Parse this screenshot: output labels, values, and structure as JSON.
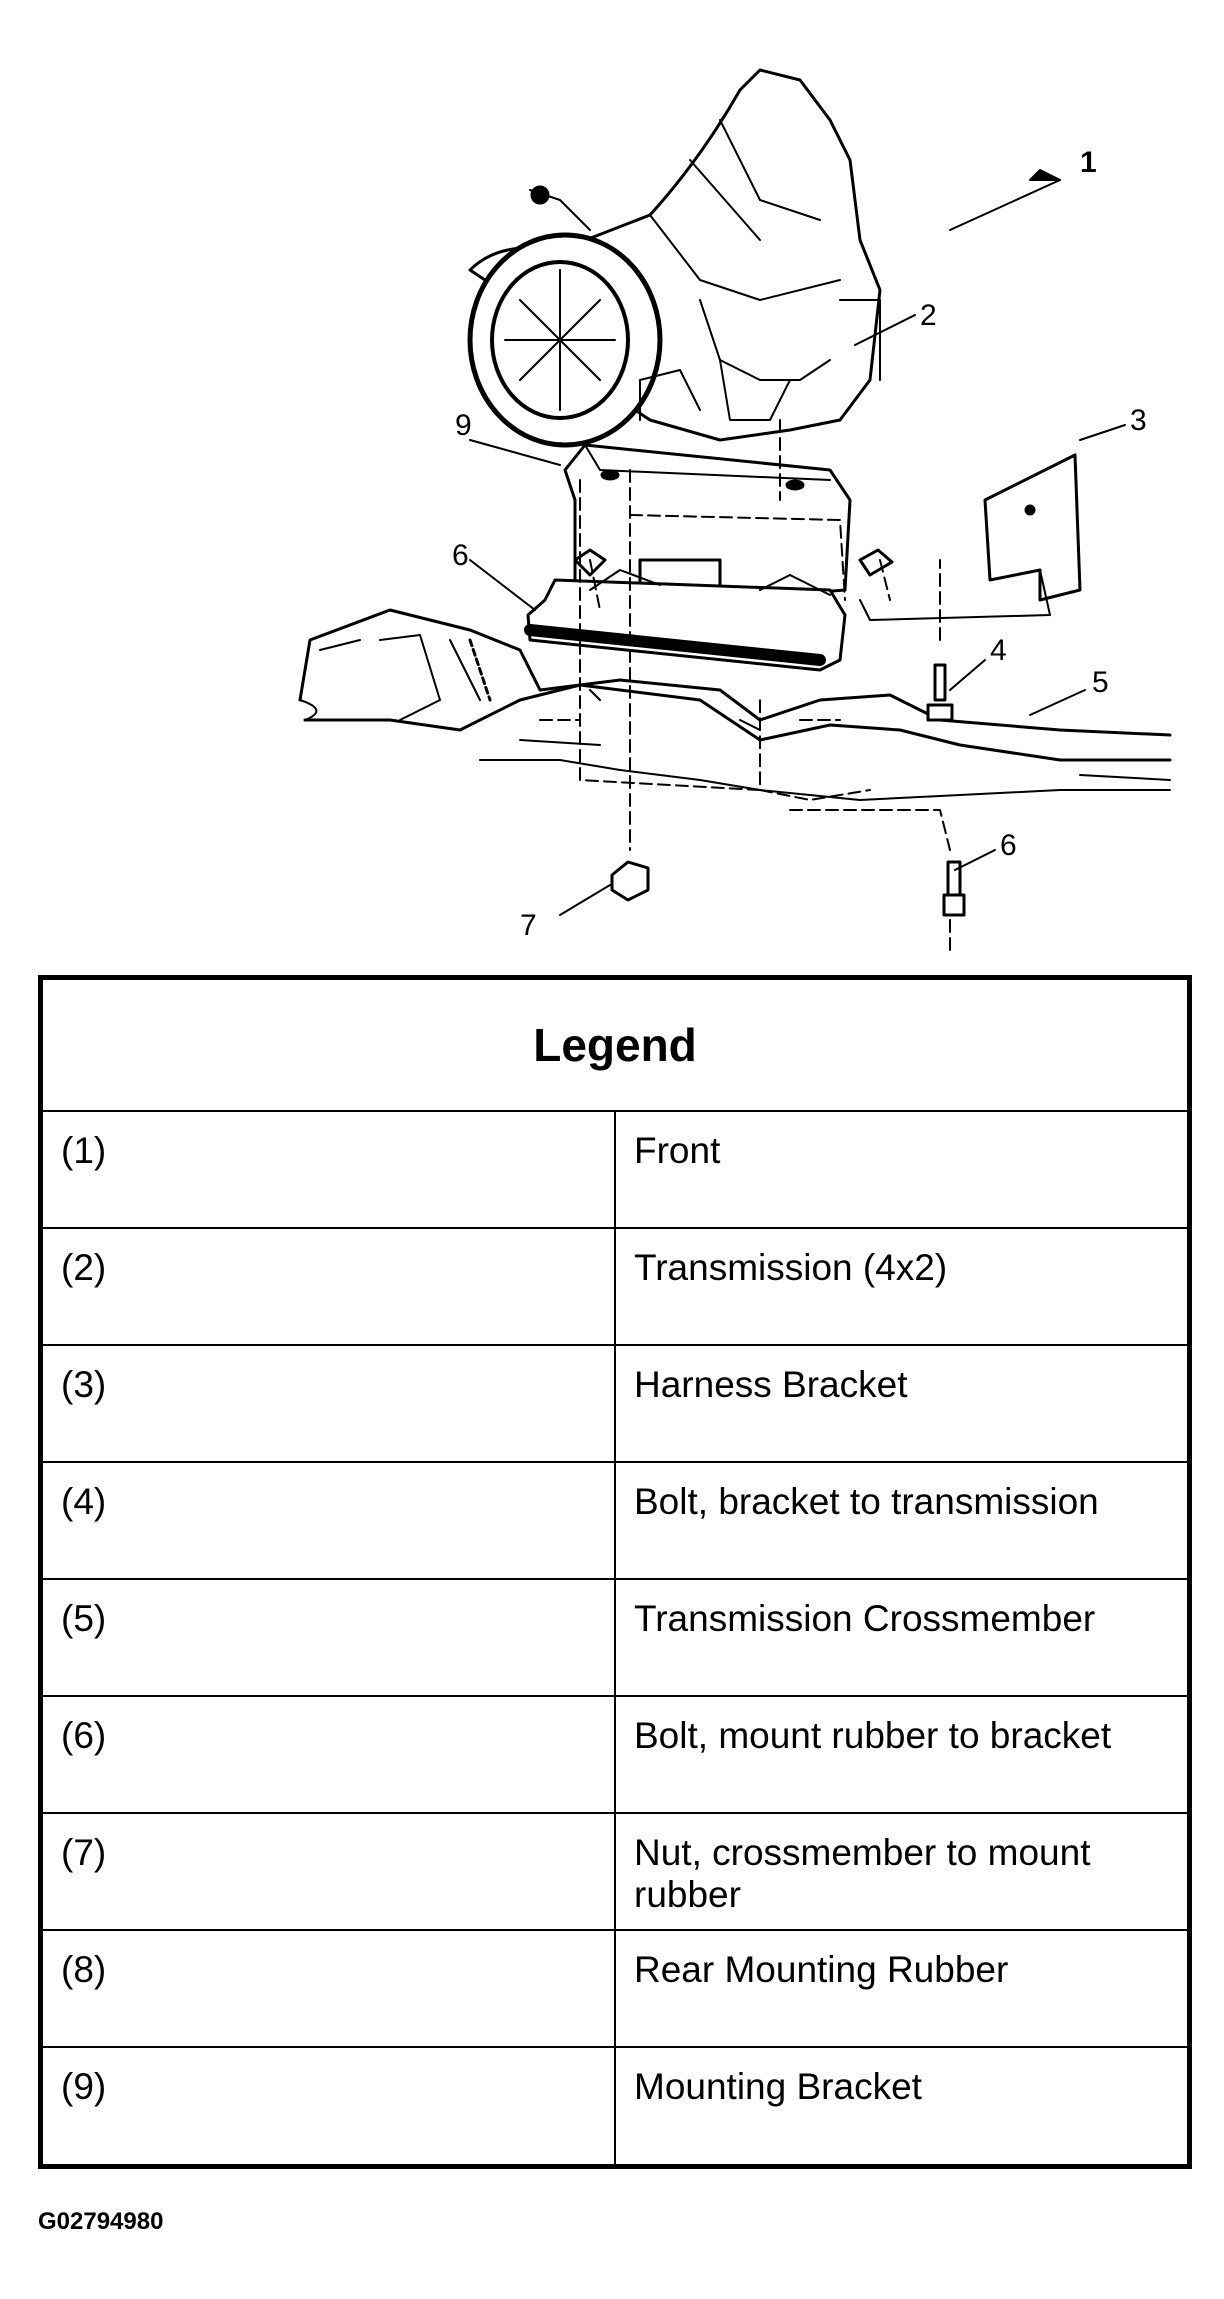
{
  "figure": {
    "callouts": {
      "c1": "1",
      "c2": "2",
      "c3": "3",
      "c4": "4",
      "c5": "5",
      "c6a": "6",
      "c6b": "6",
      "c7": "7",
      "c9": "9"
    }
  },
  "legend": {
    "title": "Legend",
    "rows": [
      {
        "num": "(1)",
        "desc": "Front"
      },
      {
        "num": "(2)",
        "desc": "Transmission (4x2)"
      },
      {
        "num": "(3)",
        "desc": "Harness Bracket"
      },
      {
        "num": "(4)",
        "desc": "Bolt, bracket to transmission"
      },
      {
        "num": "(5)",
        "desc": "Transmission Crossmember"
      },
      {
        "num": "(6)",
        "desc": "Bolt, mount rubber to bracket"
      },
      {
        "num": "(7)",
        "desc": "Nut, crossmember to mount rubber"
      },
      {
        "num": "(8)",
        "desc": "Rear Mounting Rubber"
      },
      {
        "num": "(9)",
        "desc": "Mounting Bracket"
      }
    ]
  },
  "figure_id": "G02794980"
}
